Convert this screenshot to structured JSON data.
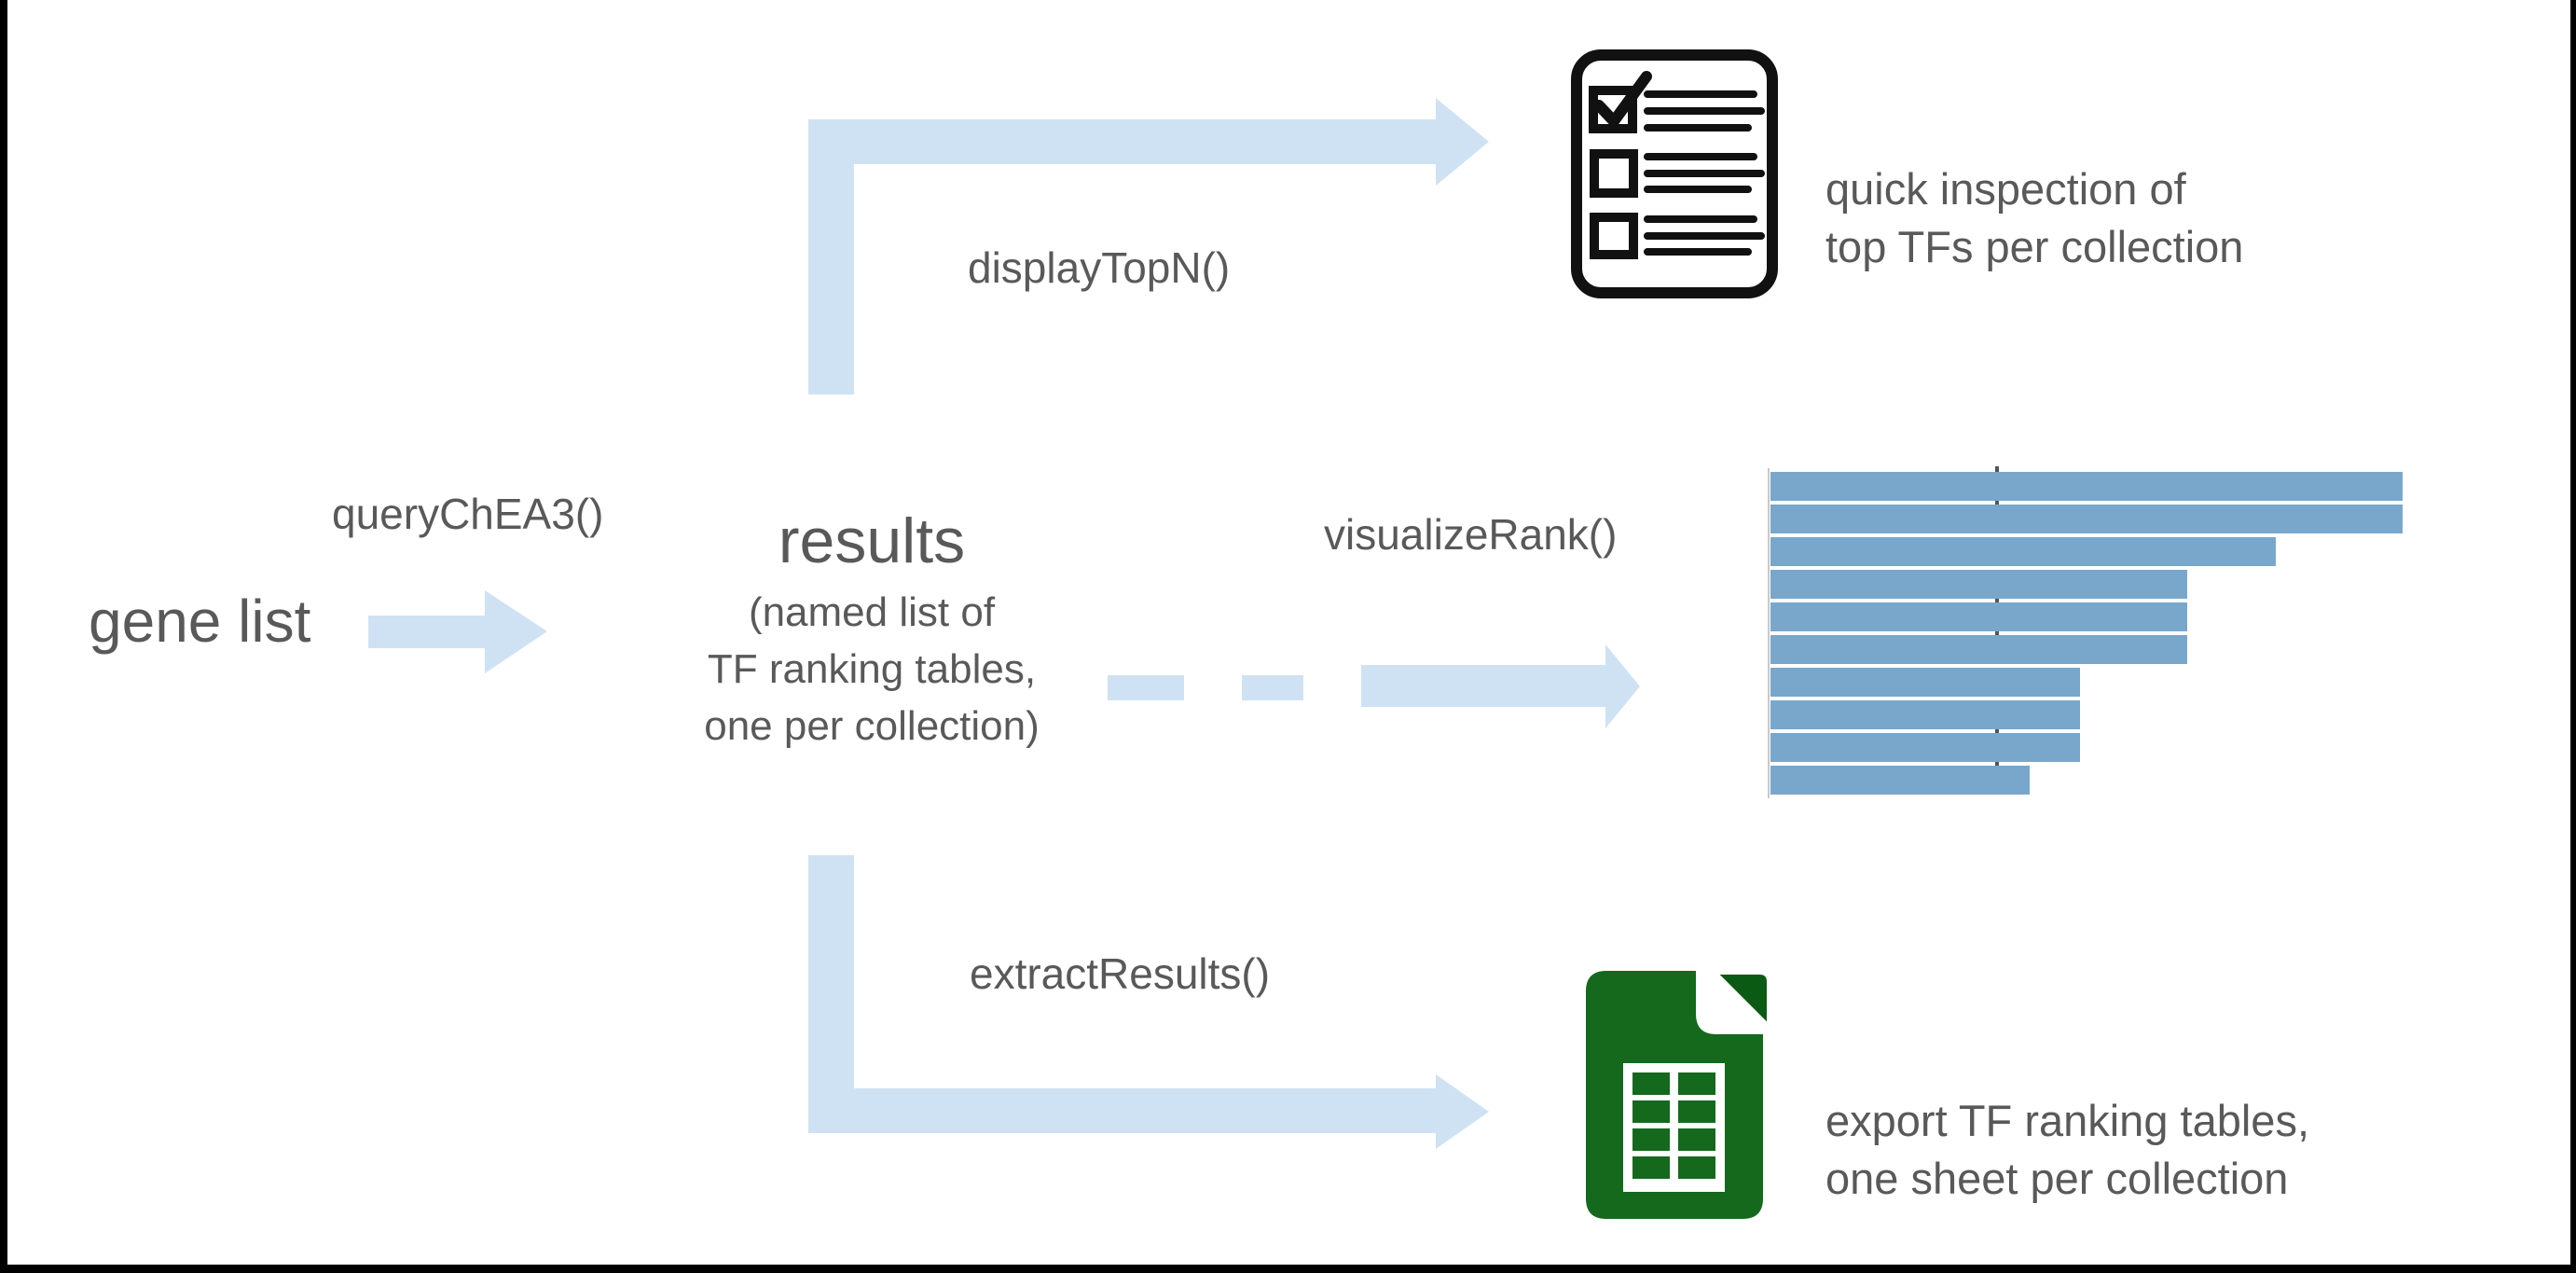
{
  "diagram": {
    "nodes": {
      "gene_list": "gene list",
      "results_title": "results",
      "results_sub": [
        "(named list of",
        "TF ranking tables,",
        "one per collection)"
      ]
    },
    "function_labels": {
      "query": "queryChEA3()",
      "display_top_n": "displayTopN()",
      "visualize_rank": "visualizeRank()",
      "extract_results": "extractResults()"
    },
    "outputs": {
      "inspection_lines": [
        "quick inspection of",
        "top TFs per collection"
      ],
      "export_lines": [
        "export TF ranking tables,",
        "one sheet per collection"
      ]
    },
    "icons": {
      "checklist": "checklist-icon",
      "spreadsheet": "spreadsheet-icon"
    },
    "colors": {
      "arrow": "#cfe2f3",
      "text": "#595959",
      "bar": "#79a7cb",
      "dashed_line": "#555555",
      "icon_black": "#111111",
      "sheet_green": "#15691d",
      "sheet_fold_green": "#0b5a14",
      "axis": "#c9c9c9"
    }
  },
  "chart_data": {
    "type": "bar",
    "orientation": "horizontal",
    "title": "",
    "xlabel": "",
    "ylabel": "",
    "categories": [
      "",
      "",
      "",
      "",
      "",
      "",
      "",
      "",
      "",
      ""
    ],
    "values_relative": [
      1.0,
      1.0,
      0.8,
      0.66,
      0.66,
      0.66,
      0.49,
      0.49,
      0.49,
      0.41
    ],
    "reference_line_relative": 0.36,
    "bar_count": 10,
    "legend": false,
    "grid": false,
    "axis_ticks": "none"
  }
}
